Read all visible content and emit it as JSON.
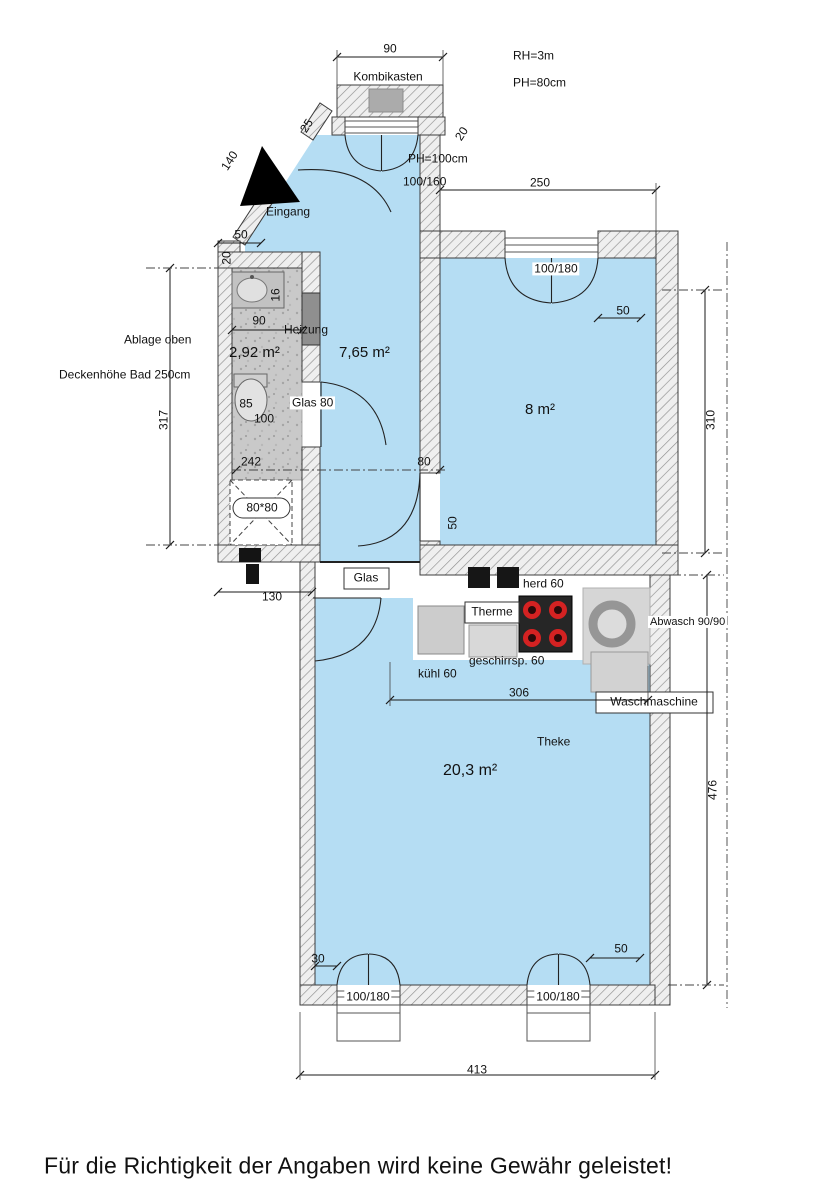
{
  "meta": {
    "rh": "RH=3m",
    "ph": "PH=80cm"
  },
  "disclaimer": "Für die Richtigkeit der Angaben wird keine Gewähr geleistet!",
  "rooms": {
    "bath": {
      "area": "2,92 m²"
    },
    "hall": {
      "area": "7,65 m²"
    },
    "bedroom": {
      "area": "8 m²"
    },
    "living": {
      "area": "20,3 m²"
    }
  },
  "labels": {
    "kombikasten": "Kombikasten",
    "eingang": "Eingang",
    "heizung": "Heizung",
    "ablage_oben": "Ablage oben",
    "deckenhoehe": "Deckenhöhe Bad 250cm",
    "glas80": "Glas 80",
    "glas": "Glas",
    "shower": "80*80",
    "ph100": "PH=100cm",
    "win_100_160": "100/160",
    "win_100_180_top": "100/180",
    "win_100_180_bl": "100/180",
    "win_100_180_br": "100/180",
    "therme": "Therme",
    "herd": "herd 60",
    "abwasch": "Abwasch 90/90",
    "geschirrspueler": "geschirrsp. 60",
    "kuehl": "kühl 60",
    "waschmaschine": "Waschmaschine",
    "theke": "Theke"
  },
  "dims": {
    "d90_top": "90",
    "d250": "250",
    "d317": "317",
    "d310": "310",
    "d476": "476",
    "d413": "413",
    "d306": "306",
    "d242": "242",
    "d80": "80",
    "d130": "130",
    "d90_bath": "90",
    "d85": "85",
    "d100": "100",
    "d140": "140",
    "d25": "25",
    "d20_top": "20",
    "d20_bath": "20",
    "d16": "16",
    "d50_bathtop": "50",
    "d50_hall": "50",
    "d50_room8": "50",
    "d50_bottom": "50",
    "d30": "30"
  }
}
